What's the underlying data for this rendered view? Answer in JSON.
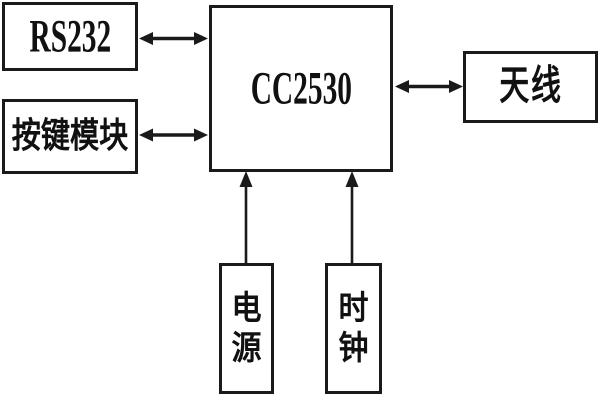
{
  "diagram": {
    "type": "block-diagram",
    "nodes": {
      "rs232": {
        "label": "RS232"
      },
      "keypad": {
        "label": "按键模块"
      },
      "cc2530": {
        "label": "CC2530"
      },
      "antenna": {
        "label": "天线"
      },
      "power": {
        "label": "电源",
        "line1": "电",
        "line2": "源"
      },
      "clock": {
        "label": "时钟",
        "line1": "时",
        "line2": "钟"
      }
    },
    "connections": [
      {
        "from": "rs232",
        "to": "cc2530",
        "type": "bidirectional"
      },
      {
        "from": "keypad",
        "to": "cc2530",
        "type": "bidirectional"
      },
      {
        "from": "cc2530",
        "to": "antenna",
        "type": "bidirectional"
      },
      {
        "from": "power",
        "to": "cc2530",
        "type": "up-arrow"
      },
      {
        "from": "clock",
        "to": "cc2530",
        "type": "up-arrow"
      }
    ],
    "colors": {
      "background": "#ffffff",
      "line": "#1a1a1a",
      "text": "#111111"
    }
  }
}
